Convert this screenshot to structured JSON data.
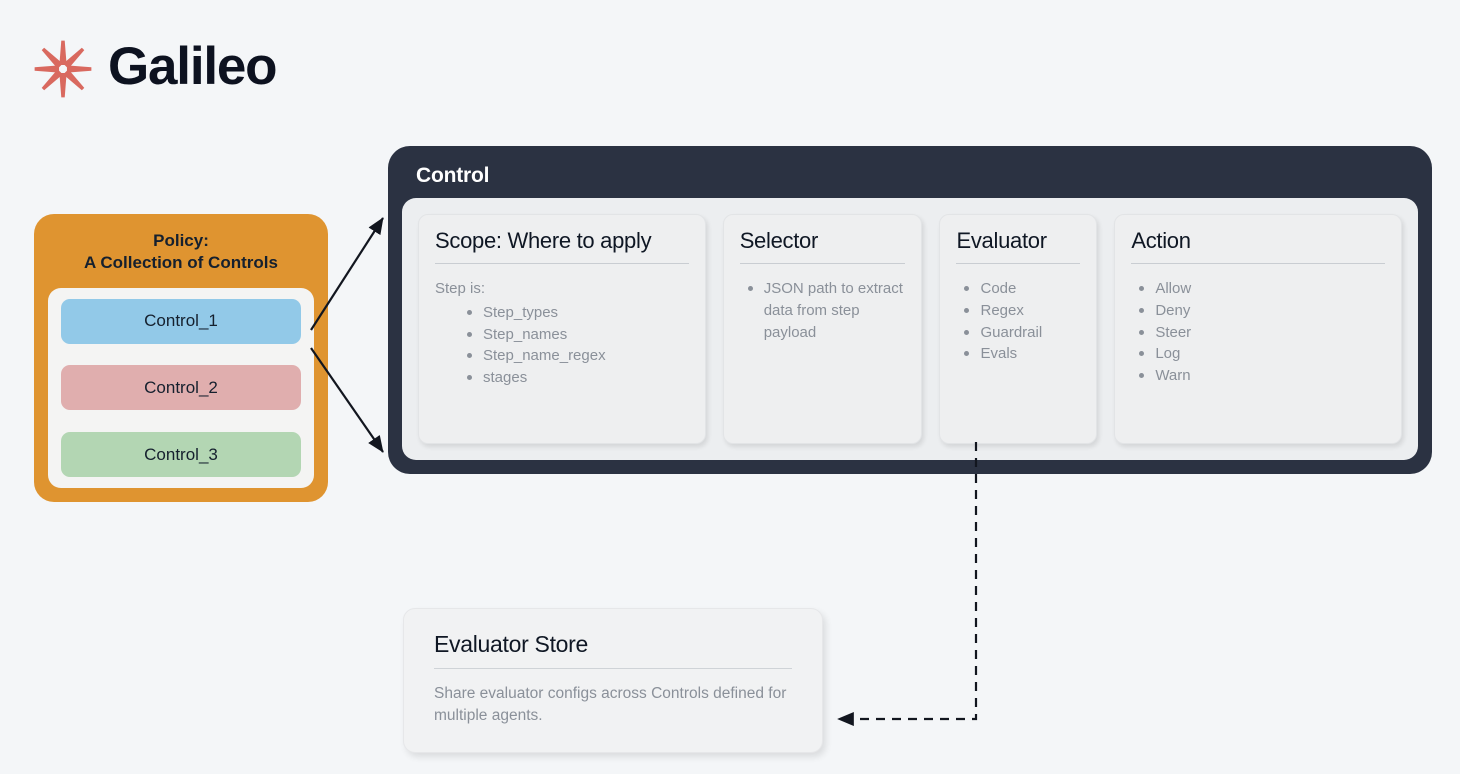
{
  "brand": {
    "name": "Galileo",
    "logo_icon": "galileo-starburst-icon",
    "logo_color": "#d9695f",
    "wordmark_color": "#0d1220"
  },
  "colors": {
    "background": "#f4f6f8",
    "policy_orange": "#df9430",
    "control_dark": "#2b3242",
    "panel_gray": "#eceef0",
    "card_gray": "#eeeff0",
    "muted_text": "#8a9099",
    "title_text": "#0f1724",
    "control_1": "#92c9e8",
    "control_2": "#e0aeae",
    "control_3": "#b3d6b3"
  },
  "policy": {
    "title": "Policy:\nA Collection of Controls",
    "controls": [
      {
        "label": "Control_1",
        "color": "#92c9e8"
      },
      {
        "label": "Control_2",
        "color": "#e0aeae"
      },
      {
        "label": "Control_3",
        "color": "#b3d6b3"
      }
    ]
  },
  "control": {
    "label": "Control",
    "cards": [
      {
        "title": "Scope: Where to apply",
        "lead": "Step is:",
        "items": [
          "Step_types",
          "Step_names",
          "Step_name_regex",
          "stages"
        ]
      },
      {
        "title": "Selector",
        "lead": "",
        "items": [
          "JSON path to extract data from step payload"
        ]
      },
      {
        "title": "Evaluator",
        "lead": "",
        "items": [
          "Code",
          "Regex",
          "Guardrail",
          "Evals"
        ]
      },
      {
        "title": "Action",
        "lead": "",
        "items": [
          "Allow",
          "Deny",
          "Steer",
          "Log",
          "Warn"
        ]
      }
    ]
  },
  "evaluator_store": {
    "title": "Evaluator Store",
    "description": "Share evaluator configs across Controls defined for multiple agents."
  }
}
